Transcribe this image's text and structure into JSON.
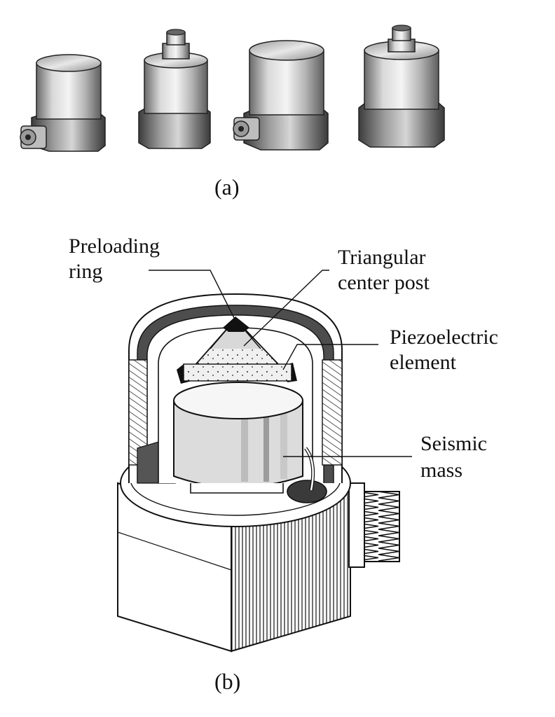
{
  "figure": {
    "part_a": {
      "caption": "(a)",
      "photos": [
        {
          "kind": "side-connector sensor"
        },
        {
          "kind": "top-connector sensor"
        },
        {
          "kind": "side-connector sensor"
        },
        {
          "kind": "top-connector sensor"
        }
      ]
    },
    "part_b": {
      "caption": "(b)",
      "labels": {
        "preloading_ring": [
          "Preloading",
          "ring"
        ],
        "triangular_center_post": [
          "Triangular",
          "center post"
        ],
        "piezoelectric_element": [
          "Piezoelectric",
          "element"
        ],
        "seismic_mass": [
          "Seismic",
          "mass"
        ]
      }
    }
  },
  "colors": {
    "ink": "#111111",
    "steel_light": "#e6e6e6",
    "steel_mid": "#a8a8a8",
    "steel_dark": "#4a4a4a",
    "shell_band": "#555555"
  }
}
